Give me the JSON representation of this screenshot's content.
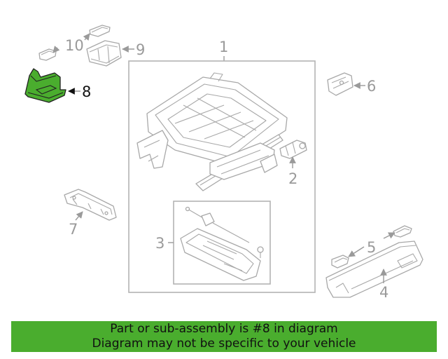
{
  "callouts": {
    "c1": "1",
    "c2": "2",
    "c3": "3",
    "c4": "4",
    "c5": "5",
    "c6": "6",
    "c7": "7",
    "c8": "8",
    "c9": "9",
    "c10": "10"
  },
  "highlighted_part": "8",
  "colors": {
    "highlight": "#4aad2e",
    "line_art": "#a8a8a8",
    "callout": "#9a9a9a",
    "banner_bg": "#4aad2e"
  },
  "banner": {
    "line1": "Part or sub-assembly is #8 in diagram",
    "line2": "Diagram may not be specific to your vehicle"
  }
}
